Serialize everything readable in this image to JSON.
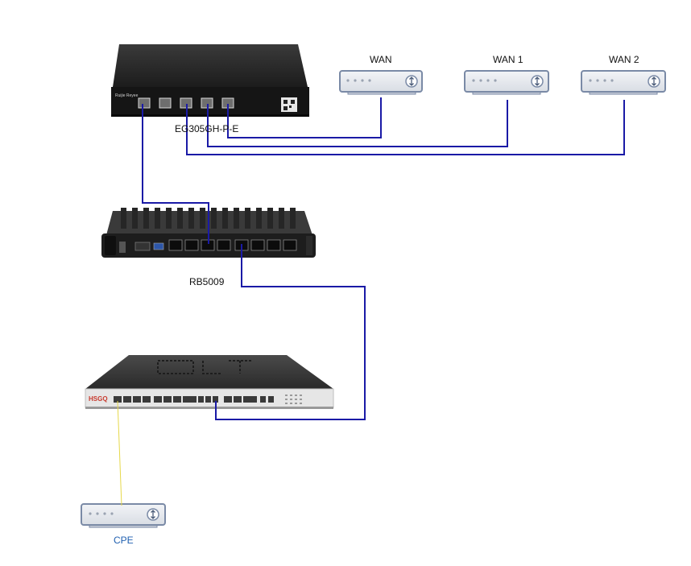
{
  "labels": {
    "wan": "WAN",
    "wan1": "WAN 1",
    "wan2": "WAN 2",
    "gateway": "EG305GH-P-E",
    "router": "RB5009",
    "cpe": "CPE"
  },
  "device_text": {
    "gateway_brand": "Ruijie Reyee",
    "olt_brand": "HSGQ",
    "olt_marking": "OLT"
  },
  "colors": {
    "link": "#1a1aa6",
    "fiber": "#e6d84a",
    "modem_body": "#e8eaee",
    "modem_border": "#7a8aa6",
    "cpe_label": "#1f5fb0"
  }
}
